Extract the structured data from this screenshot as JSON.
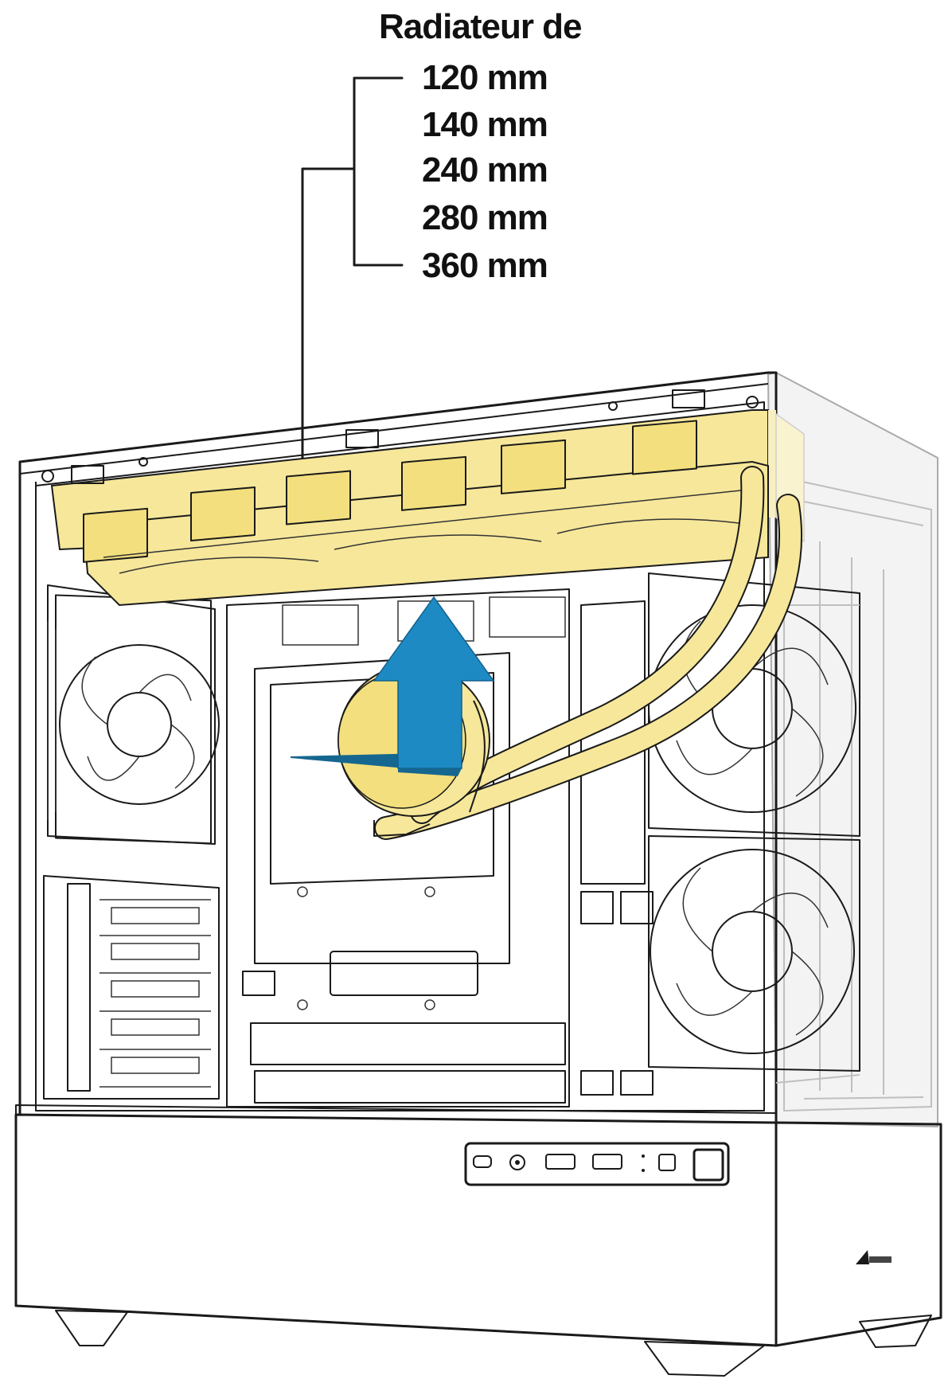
{
  "callout": {
    "title": "Radiateur de",
    "sizes": [
      "120 mm",
      "140 mm",
      "240 mm",
      "280 mm",
      "360 mm"
    ]
  },
  "colors": {
    "highlight_yellow": "#f6e79a",
    "arrow_blue": "#1e8ac4",
    "outline": "#1a1a1a",
    "glass_grey": "#c9c9c9"
  },
  "icons": {
    "airflow": "airflow-arrow-icon",
    "brand": "brand-logo"
  }
}
